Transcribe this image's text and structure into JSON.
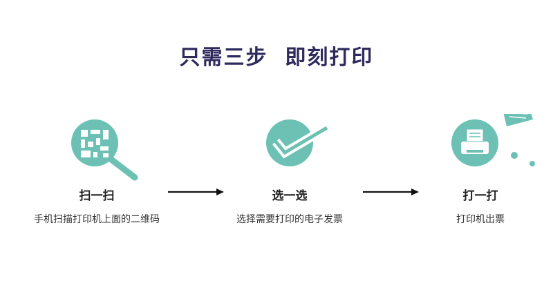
{
  "title": "只需三步  即刻打印",
  "accent_color": "#6cc1b4",
  "steps": [
    {
      "icon": "qr-scan-icon",
      "label": "扫一扫",
      "description": "手机扫描打印机上面的二维码"
    },
    {
      "icon": "checkmark-icon",
      "label": "选一选",
      "description": "选择需要打印的电子发票"
    },
    {
      "icon": "printer-icon",
      "label": "打一打",
      "description": "打印机出票"
    }
  ],
  "arrows": [
    {
      "icon": "arrow-right-icon"
    },
    {
      "icon": "arrow-right-icon"
    }
  ]
}
